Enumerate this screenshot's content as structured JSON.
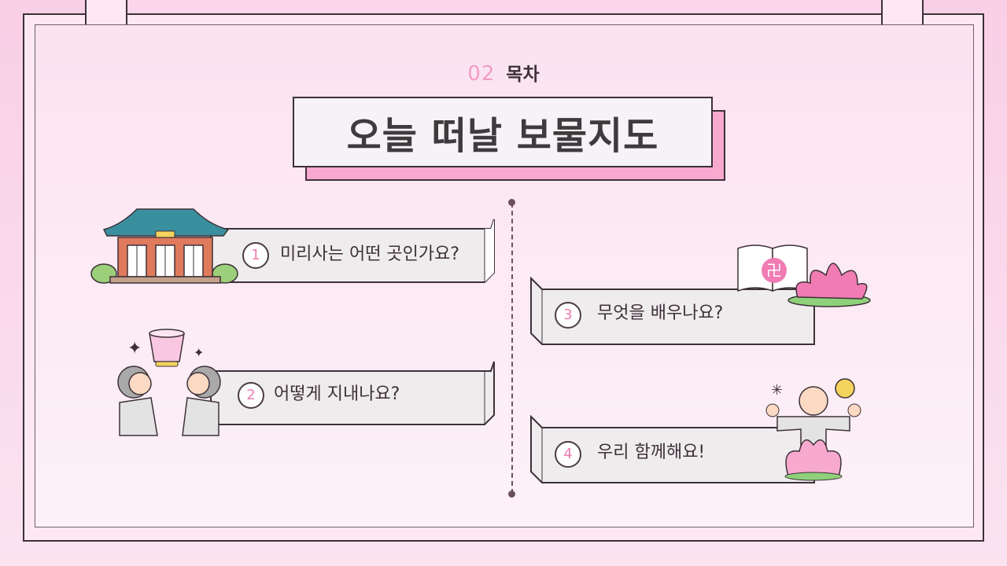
{
  "section": {
    "number": "02",
    "label": "목차"
  },
  "title": "오늘 떠날 보물지도",
  "items": [
    {
      "num": "1",
      "text": "미리사는 어떤 곳인가요?"
    },
    {
      "num": "2",
      "text": "어떻게 지내나요?"
    },
    {
      "num": "3",
      "text": "무엇을 배우나요?"
    },
    {
      "num": "4",
      "text": "우리 함께해요!"
    }
  ],
  "colors": {
    "accent": "#f59bc8",
    "title_shadow": "#f7a9cf",
    "border": "#3d3138"
  },
  "illustrations": [
    "temple-illustration",
    "lantern-people-illustration",
    "book-lotus-illustration",
    "monk-lotus-illustration"
  ]
}
